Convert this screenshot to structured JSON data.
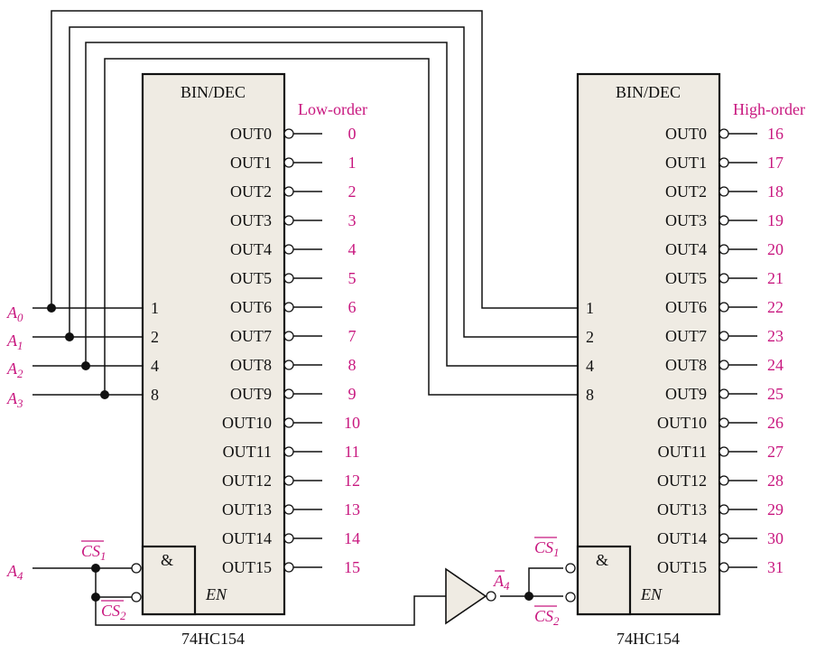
{
  "left_decoder": {
    "header": "BIN/DEC",
    "group_label": "Low-order",
    "part_number": "74HC154",
    "enable_label": "EN",
    "and_symbol": "&",
    "inputs": [
      "1",
      "2",
      "4",
      "8"
    ],
    "outputs": [
      "OUT0",
      "OUT1",
      "OUT2",
      "OUT3",
      "OUT4",
      "OUT5",
      "OUT6",
      "OUT7",
      "OUT8",
      "OUT9",
      "OUT10",
      "OUT11",
      "OUT12",
      "OUT13",
      "OUT14",
      "OUT15"
    ],
    "output_lines": [
      "0",
      "1",
      "2",
      "3",
      "4",
      "5",
      "6",
      "7",
      "8",
      "9",
      "10",
      "11",
      "12",
      "13",
      "14",
      "15"
    ]
  },
  "right_decoder": {
    "header": "BIN/DEC",
    "group_label": "High-order",
    "part_number": "74HC154",
    "enable_label": "EN",
    "and_symbol": "&",
    "inputs": [
      "1",
      "2",
      "4",
      "8"
    ],
    "outputs": [
      "OUT0",
      "OUT1",
      "OUT2",
      "OUT3",
      "OUT4",
      "OUT5",
      "OUT6",
      "OUT7",
      "OUT8",
      "OUT9",
      "OUT10",
      "OUT11",
      "OUT12",
      "OUT13",
      "OUT14",
      "OUT15"
    ],
    "output_lines": [
      "16",
      "17",
      "18",
      "19",
      "20",
      "21",
      "22",
      "23",
      "24",
      "25",
      "26",
      "27",
      "28",
      "29",
      "30",
      "31"
    ]
  },
  "address_inputs": [
    {
      "letter": "A",
      "sub": "0"
    },
    {
      "letter": "A",
      "sub": "1"
    },
    {
      "letter": "A",
      "sub": "2"
    },
    {
      "letter": "A",
      "sub": "3"
    }
  ],
  "a4_input": {
    "letter": "A",
    "sub": "4"
  },
  "a4_inverted": {
    "letter": "A",
    "sub": "4"
  },
  "chip_select": {
    "left": [
      {
        "letter": "CS",
        "sub": "1"
      },
      {
        "letter": "CS",
        "sub": "2"
      }
    ],
    "right": [
      {
        "letter": "CS",
        "sub": "1"
      },
      {
        "letter": "CS",
        "sub": "2"
      }
    ]
  },
  "colors": {
    "label": "#c8177f",
    "chip_fill": "#efebe3",
    "line": "#111111"
  }
}
